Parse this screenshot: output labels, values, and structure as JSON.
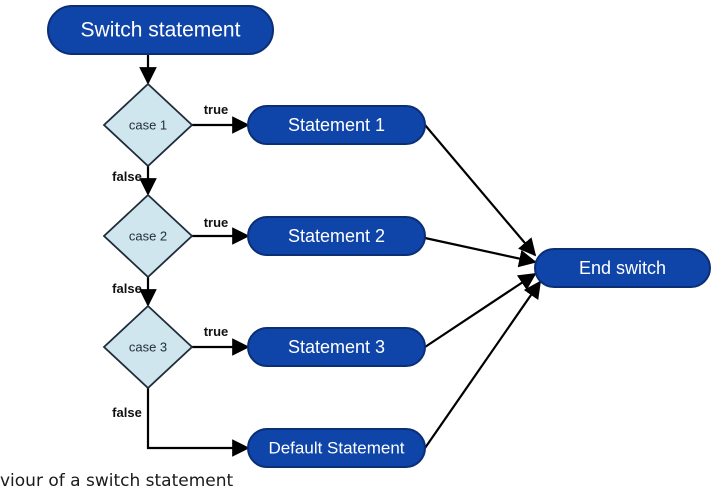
{
  "colors": {
    "node_fill": "#0f44a8",
    "node_border": "#0b2f75",
    "node_text": "#ffffff",
    "decision_fill": "#cfe6ef",
    "decision_border": "#1f2d3a",
    "arrow": "#000000"
  },
  "nodes": {
    "start": "Switch statement",
    "statement_1": "Statement 1",
    "statement_2": "Statement 2",
    "statement_3": "Statement 3",
    "default": "Default Statement",
    "end": "End switch"
  },
  "decisions": {
    "case_1": "case 1",
    "case_2": "case 2",
    "case_3": "case 3"
  },
  "edge_labels": {
    "true_1": "true",
    "true_2": "true",
    "true_3": "true",
    "false_1": "false",
    "false_2": "false",
    "false_3": "false"
  },
  "caption": "viour of a switch statement"
}
